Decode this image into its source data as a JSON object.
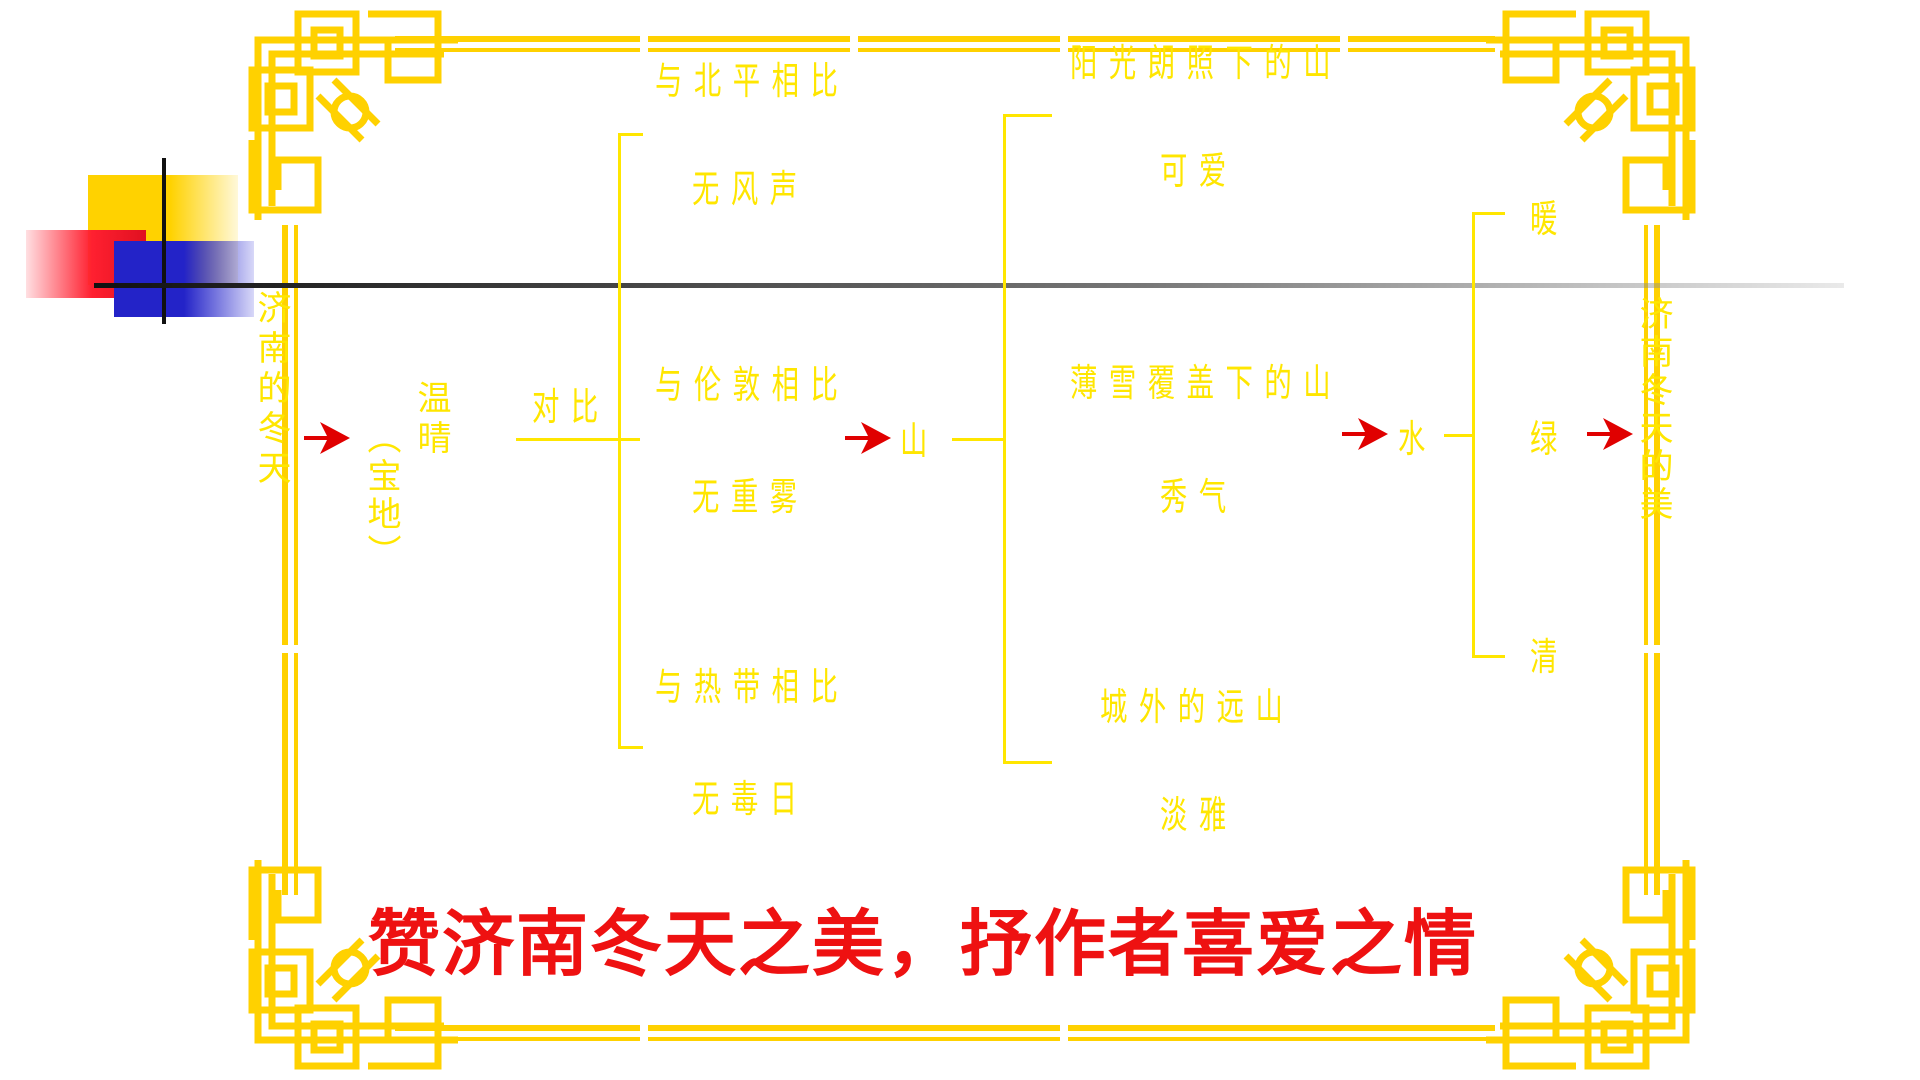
{
  "colors": {
    "frame": "#ffd100",
    "text_yellow": "#ffe600",
    "arrow": "#e00000",
    "conclusion": "#ee1111"
  },
  "left_title": "济南的冬天",
  "weather": {
    "main": "温晴",
    "sub": "（宝地）"
  },
  "contrast_label": "对比",
  "comparisons": [
    {
      "compare": "与北平相比",
      "result": "无风声"
    },
    {
      "compare": "与伦敦相比",
      "result": "无重雾"
    },
    {
      "compare": "与热带相比",
      "result": "无毒日"
    }
  ],
  "mountain": {
    "label": "山",
    "items": [
      {
        "scene": "阳光朗照下的山",
        "quality": "可爱"
      },
      {
        "scene": "薄雪覆盖下的山",
        "quality": "秀气"
      },
      {
        "scene": "城外的远山",
        "quality": "淡雅"
      }
    ]
  },
  "water": {
    "label": "水",
    "qualities": [
      "暖",
      "绿",
      "清"
    ]
  },
  "right_title": "济南冬天的美",
  "conclusion": "赞济南冬天之美，抒作者喜爱之情",
  "icons": [
    "arrow-icon",
    "corner-ornament-icon"
  ]
}
